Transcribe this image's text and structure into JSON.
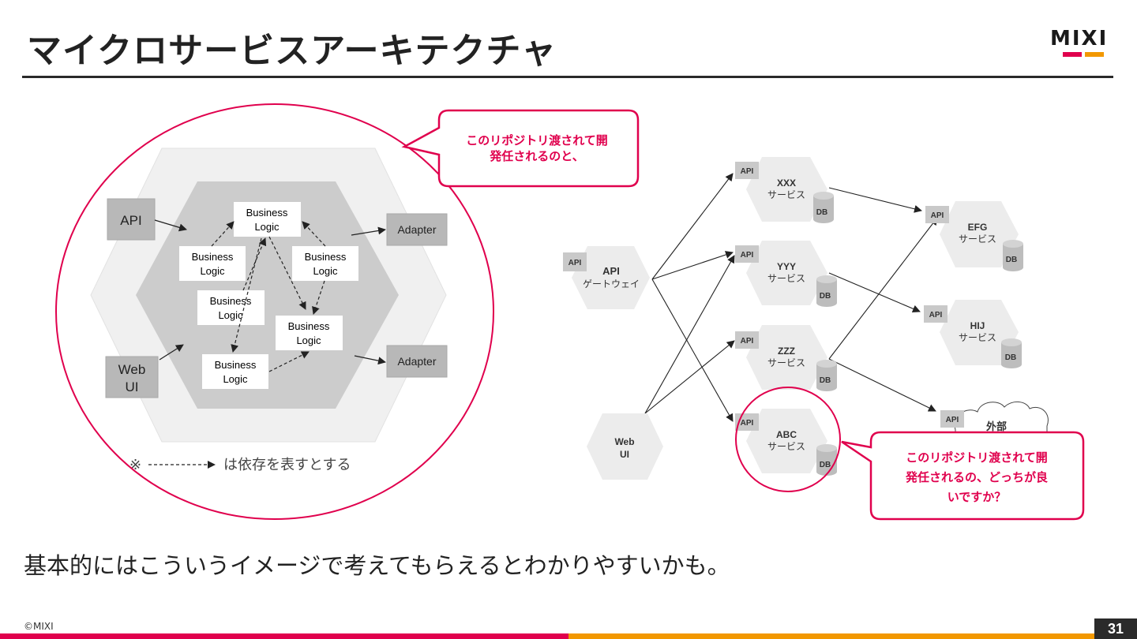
{
  "slide": {
    "title": "マイクロサービスアーキテクチャ",
    "caption": "基本的にはこういうイメージで考えてもらえるとわかりやすいかも。",
    "copyright": "©MIXI",
    "page_number": "31",
    "logo_text": "MIXI"
  },
  "hexagonal": {
    "api_label": "API",
    "webui_line1": "Web",
    "webui_line2": "UI",
    "adapter_top": "Adapter",
    "adapter_bottom": "Adapter",
    "business_line1": "Business",
    "business_line2": "Logic",
    "legend_mark": "※",
    "legend_text": "は依存を表すとする"
  },
  "microservices": {
    "api_tag": "API",
    "db_label": "DB",
    "gateway_line1": "API",
    "gateway_line2": "ゲートウェイ",
    "webui_line1": "Web",
    "webui_line2": "UI",
    "service_suffix": "サービス",
    "services": {
      "xxx": "XXX",
      "yyy": "YYY",
      "zzz": "ZZZ",
      "abc": "ABC",
      "efg": "EFG",
      "hij": "HIJ"
    },
    "external": "外部"
  },
  "callouts": {
    "top_line1": "このリポジトリ渡されて開",
    "top_line2": "発任されるのと、",
    "bottom_line1": "このリポジトリ渡されて開",
    "bottom_line2": "発任されるの、どっちが良",
    "bottom_line3": "いですか？"
  },
  "colors": {
    "accent_pink": "#e0004d",
    "accent_orange": "#f29800",
    "outer_hex": "#f0f0f0",
    "inner_hex": "#cccccc",
    "port_box": "#b8b8b8",
    "service_hex": "#ececec",
    "api_tag": "#c9c9c9",
    "db": "#bdbdbd"
  }
}
